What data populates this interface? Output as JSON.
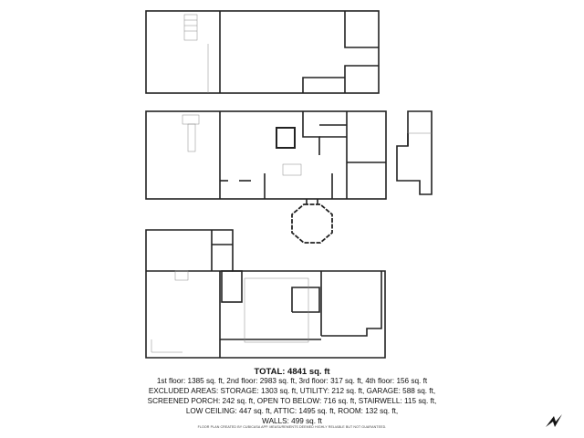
{
  "summary": {
    "total": "TOTAL: 4841 sq. ft",
    "floors": "1st floor: 1385 sq. ft, 2nd floor: 2983 sq. ft, 3rd floor: 317 sq. ft, 4th floor: 156 sq. ft",
    "excluded_1": "EXCLUDED AREAS: STORAGE: 1303 sq. ft, UTILITY: 212 sq. ft, GARAGE: 588 sq. ft,",
    "excluded_2": "SCREENED PORCH: 242 sq. ft, OPEN TO BELOW: 716 sq. ft, STAIRWELL: 115 sq. ft,",
    "excluded_3": "LOW CEILING: 447 sq. ft, ATTIC: 1495 sq. ft, ROOM: 132 sq. ft,",
    "walls": "WALLS: 499 sq. ft"
  },
  "disclaimer": "FLOOR PLAN CREATED BY CUBICASA APP. MEASUREMENTS DEEMED HIGHLY RELIABLE BUT NOT GUARANTEED.",
  "icons": {
    "compass": "north-arrow-icon"
  },
  "colors": {
    "wall": "#222222",
    "background": "#ffffff"
  }
}
